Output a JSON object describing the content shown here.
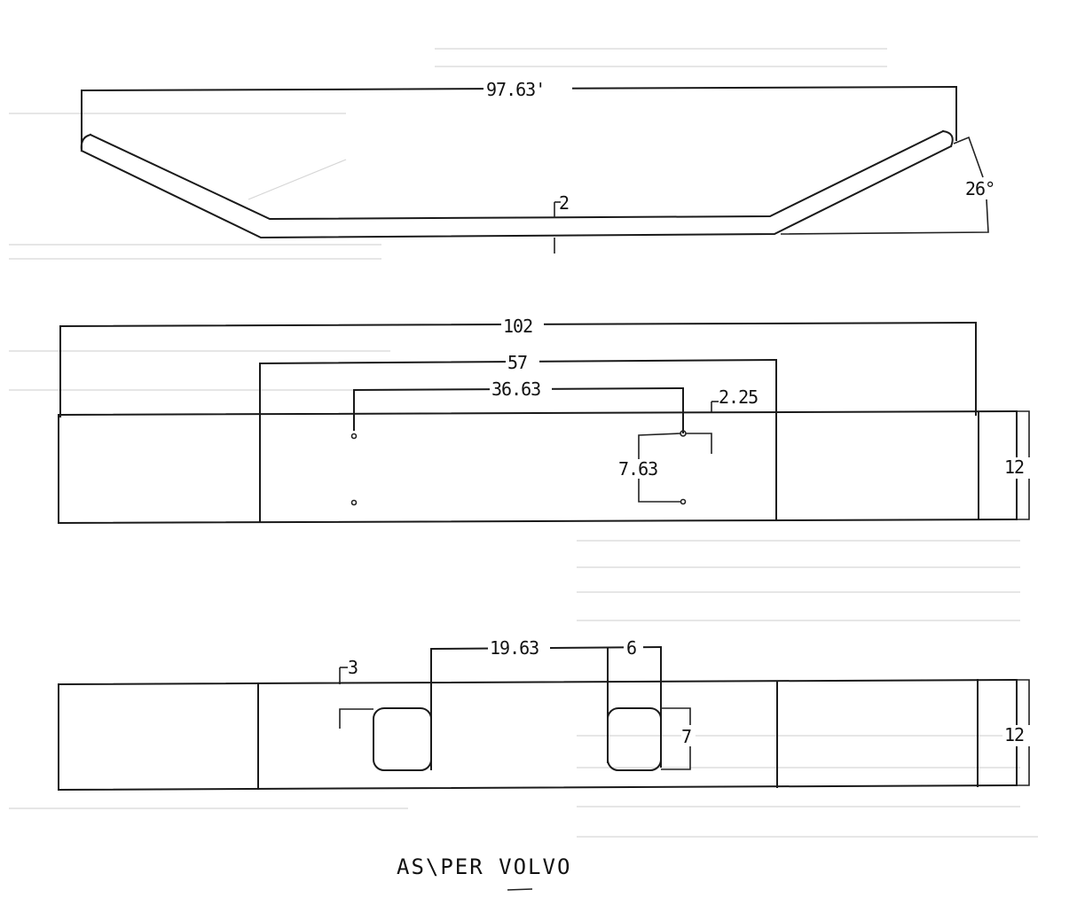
{
  "drawing": {
    "title_note": "AS\\PER VOLVO",
    "colors": {
      "ink": "#1a1a1a",
      "paper": "#ffffff",
      "bleed_through": "#e3e3e3"
    },
    "views": [
      {
        "id": "side-profile",
        "description": "Bent bumper side profile",
        "dimensions": {
          "overall_length": "97.63'",
          "thickness": "2",
          "bend_angle": "26°"
        }
      },
      {
        "id": "top-panel-holes",
        "description": "Flat panel with mounting holes",
        "dimensions": {
          "overall_length": "102",
          "center_section": "57",
          "hole_spacing_horizontal": "36.63",
          "hole_offset_top": "2.25",
          "hole_spacing_vertical": "7.63",
          "height": "12"
        }
      },
      {
        "id": "bottom-panel-cutouts",
        "description": "Flat panel with rectangular cutouts",
        "dimensions": {
          "cutout_offset_top": "3",
          "cutout_spacing": "19.63",
          "cutout_width": "6",
          "cutout_height": "7",
          "height": "12"
        }
      }
    ]
  }
}
